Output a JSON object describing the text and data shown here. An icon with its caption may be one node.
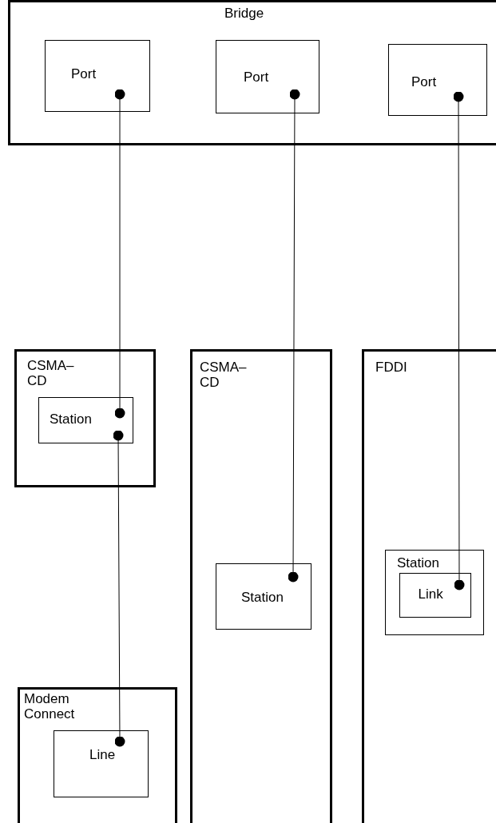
{
  "diagram": {
    "nodes": [
      {
        "text": [
          "Bridge"
        ]
      },
      {
        "text": [
          "Port"
        ],
        "in": 0
      },
      {
        "text": [
          "Port"
        ],
        "in": 0
      },
      {
        "text": [
          "Port"
        ],
        "in": 0
      },
      {
        "text": [
          "CSMA–CD"
        ]
      },
      {
        "text": [
          "Station"
        ],
        "in": 4
      },
      {
        "text": [
          "CSMA–CD"
        ]
      },
      {
        "text": [
          "Station"
        ],
        "in": 6
      },
      {
        "text": [
          "FDDI"
        ]
      },
      {
        "text": [
          "Station"
        ],
        "in": 8
      },
      {
        "text": [
          "Link"
        ],
        "in": 9
      },
      {
        "text": [
          "Modem Connect"
        ]
      },
      {
        "text": [
          "Line"
        ],
        "in": 11
      }
    ],
    "edges": [
      {
        "from": 1,
        "to": 5,
        "arrow": "other"
      },
      {
        "from": 2,
        "to": 7,
        "arrow": "other"
      },
      {
        "from": 3,
        "to": 10,
        "arrow": "other"
      },
      {
        "from": 5,
        "to": 12,
        "arrow": "other"
      }
    ]
  }
}
